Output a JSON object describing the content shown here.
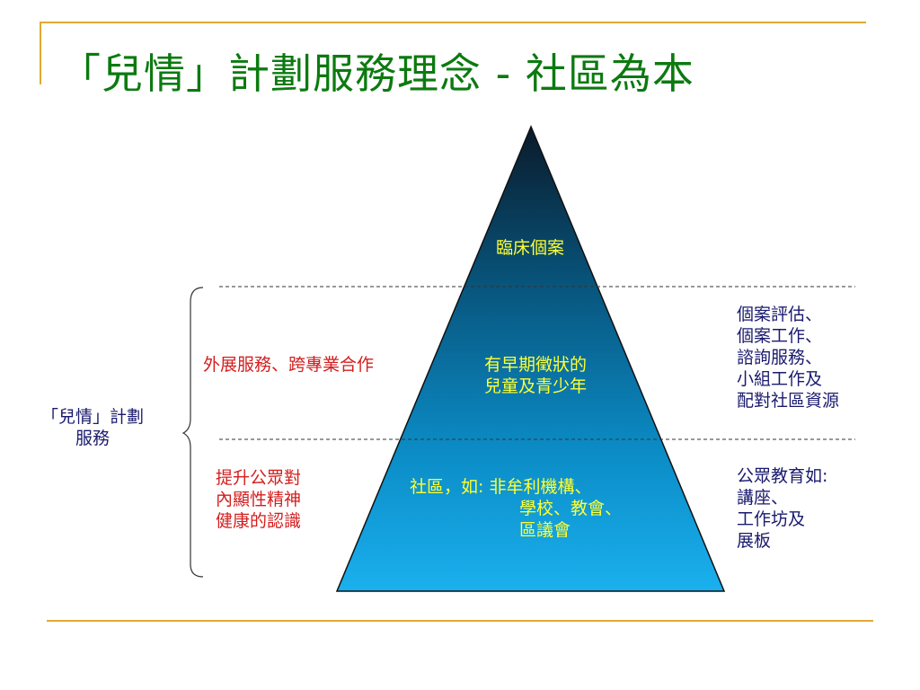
{
  "slide": {
    "title": "「兒情」計劃服務理念 - 社區為本",
    "colors": {
      "title": "#0c7a10",
      "rule": "#e0aa32",
      "pyramid_top": "#0a1a2a",
      "pyramid_bottom": "#1ab0ee",
      "tier_text": "#ffff33",
      "left_text": "#d41e1e",
      "right_text": "#1a1a6e"
    },
    "pyramid": {
      "top_label": "臨床個案",
      "middle_label": "有早期徵狀的\n兒童及青少年",
      "bottom_label": "社區，如: 非牟利機構、\n學校、教會、\n區議會"
    },
    "left": {
      "service_label": "外展服務、跨專業合作",
      "awareness_label": "提升公眾對\n內顯性精神\n健康的認識",
      "program_label": "「兒情」計劃\n服務"
    },
    "right": {
      "middle_services": "個案評估、\n個案工作、\n諮詢服務、\n小組工作及\n配對社區資源",
      "education": "公眾教育如:\n講座、\n工作坊及\n展板"
    }
  }
}
